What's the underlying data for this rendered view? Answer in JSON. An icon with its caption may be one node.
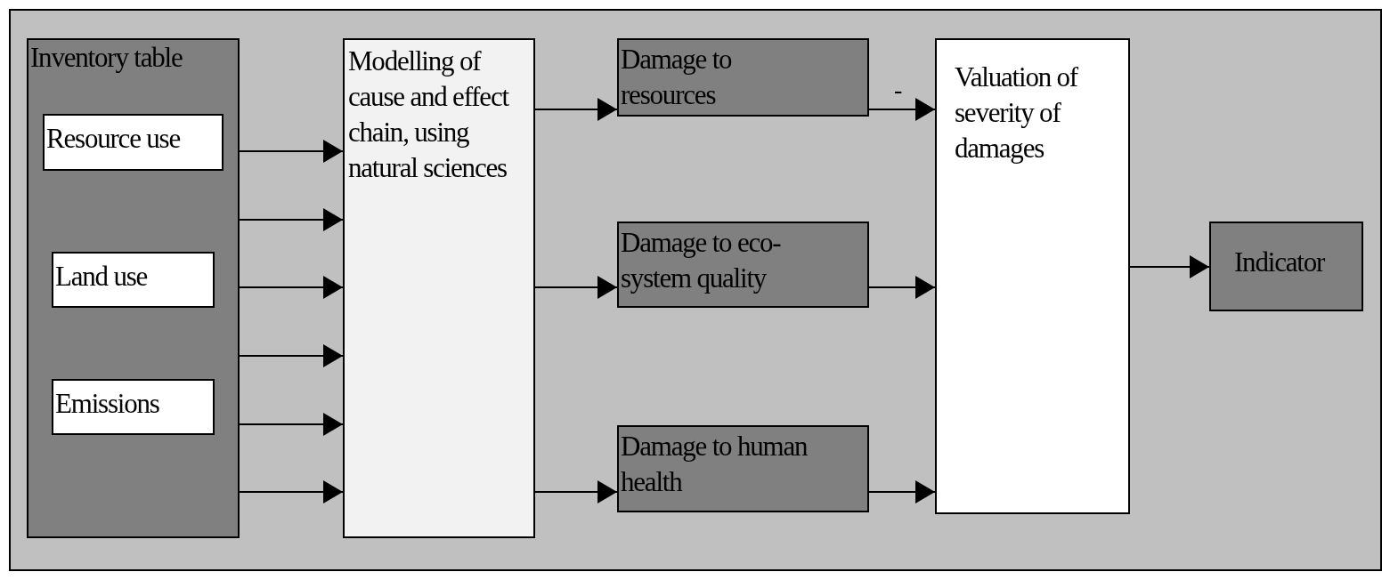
{
  "diagram": {
    "nodes": [
      {
        "text": [
          "Inventory table"
        ]
      },
      {
        "text": [
          "Resource use"
        ],
        "in": 0
      },
      {
        "text": [
          "Land use"
        ],
        "in": 0
      },
      {
        "text": [
          "Emissions"
        ],
        "in": 0
      },
      {
        "text": [
          "Modelling of cause and effect chain, using natural sciences"
        ]
      },
      {
        "text": [
          "Damage to resources"
        ]
      },
      {
        "text": [
          "Damage to eco-system quality"
        ]
      },
      {
        "text": [
          "Damage to human health"
        ]
      },
      {
        "text": [
          "Valuation of severity of damages"
        ]
      },
      {
        "text": [
          "Indicator"
        ]
      }
    ],
    "edges": [
      {
        "from": 0,
        "to": 4,
        "arrow": "to"
      },
      {
        "from": 0,
        "to": 4,
        "arrow": "to"
      },
      {
        "from": 0,
        "to": 4,
        "arrow": "to"
      },
      {
        "from": 0,
        "to": 4,
        "arrow": "to"
      },
      {
        "from": 0,
        "to": 4,
        "arrow": "to"
      },
      {
        "from": 0,
        "to": 4,
        "arrow": "to"
      },
      {
        "from": 4,
        "to": 5,
        "arrow": "to"
      },
      {
        "from": 4,
        "to": 6,
        "arrow": "to"
      },
      {
        "from": 4,
        "to": 7,
        "arrow": "to"
      },
      {
        "from": 5,
        "to": 8,
        "arrow": "to",
        "label": "-"
      },
      {
        "from": 6,
        "to": 8,
        "arrow": "to"
      },
      {
        "from": 7,
        "to": 8,
        "arrow": "to"
      },
      {
        "from": 8,
        "to": 9,
        "arrow": "to"
      }
    ]
  }
}
